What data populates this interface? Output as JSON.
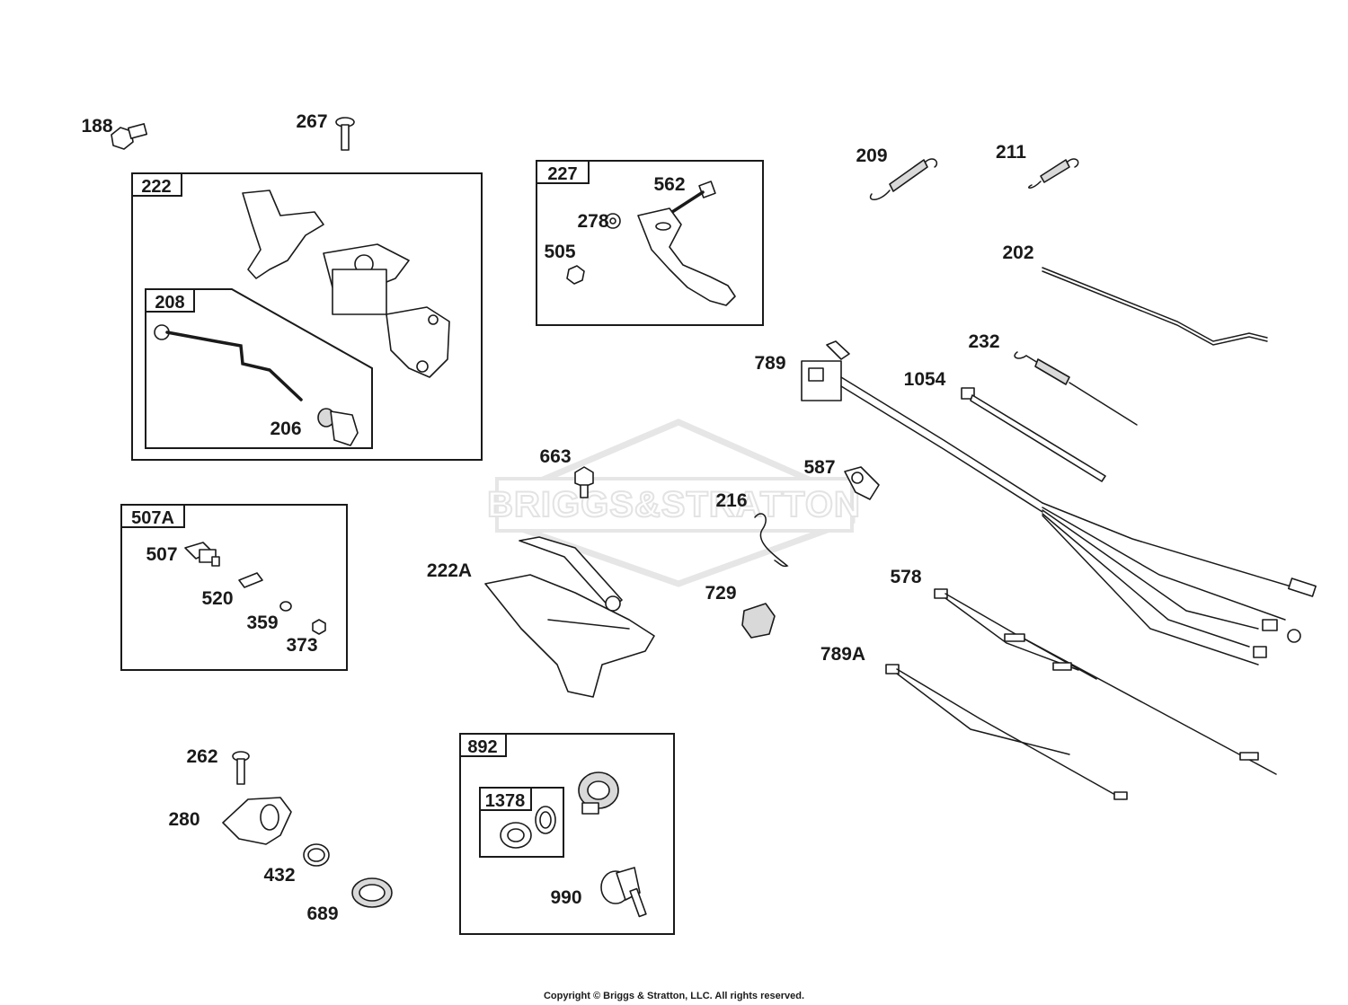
{
  "watermark": {
    "text": "BRIGGS&STRATTON"
  },
  "copyright": "Copyright © Briggs & Stratton, LLC. All rights reserved.",
  "groups": [
    {
      "id": "222",
      "label": "222"
    },
    {
      "id": "208",
      "label": "208"
    },
    {
      "id": "227",
      "label": "227"
    },
    {
      "id": "507A",
      "label": "507A"
    },
    {
      "id": "892",
      "label": "892"
    },
    {
      "id": "1378",
      "label": "1378"
    }
  ],
  "parts": [
    "188",
    "267",
    "206",
    "562",
    "278",
    "505",
    "209",
    "211",
    "202",
    "232",
    "789",
    "1054",
    "663",
    "587",
    "216",
    "222A",
    "729",
    "578",
    "789A",
    "507",
    "520",
    "359",
    "373",
    "262",
    "280",
    "432",
    "689",
    "990"
  ]
}
